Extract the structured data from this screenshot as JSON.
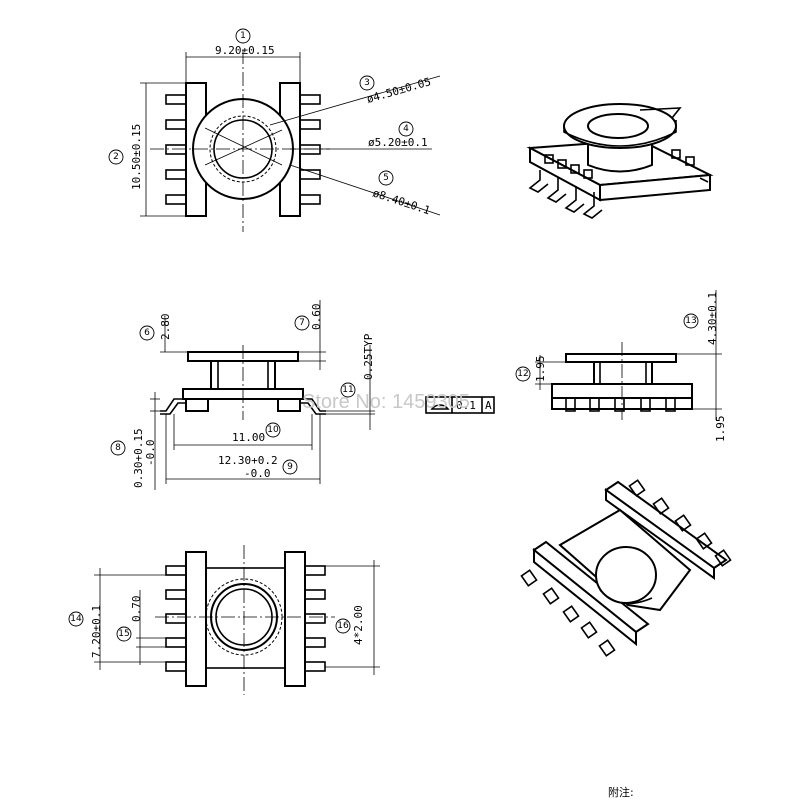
{
  "dimensions": {
    "d1": "9.20±0.15",
    "d2": "10.50±0.15",
    "d3": "ø4.50±0.05",
    "d4": "ø5.20±0.1",
    "d5": "ø8.40±0.1",
    "d6": "2.80",
    "d7": "0.60",
    "d8a": "0.30+0.15",
    "d8b": "-0.0",
    "d9a": "12.30+0.2",
    "d9b": "-0.0",
    "d10": "11.00",
    "d11": "0.25TYP",
    "tol_value": "0.1",
    "tol_datum": "A",
    "d12": "1.95",
    "d12b": "1.95",
    "d13": "4.30±0.1",
    "d14": "7.20±0.1",
    "d15": "0.70",
    "d16": "4*2.00"
  },
  "callouts": [
    "1",
    "2",
    "3",
    "4",
    "5",
    "6",
    "7",
    "8",
    "9",
    "10",
    "11",
    "12",
    "13",
    "14",
    "15",
    "16"
  ],
  "watermark": "Store No: 1459305",
  "footer_note": "附注:"
}
